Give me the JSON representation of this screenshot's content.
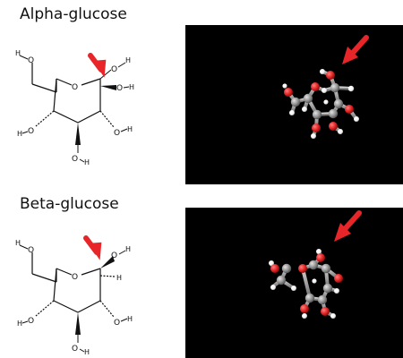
{
  "sections": [
    {
      "title": "Alpha-glucose"
    },
    {
      "title": "Beta-glucose"
    }
  ],
  "atom_labels": {
    "oxygen": "O",
    "hydrogen": "H"
  },
  "colors": {
    "background": "#ffffff",
    "panel_3d": "#000000",
    "arrow": "#e8262a",
    "bond_line": "#111111",
    "atom_oxygen": "#e02020",
    "atom_carbon": "#8e8e8e",
    "atom_hydrogen": "#f2f2f2"
  },
  "icons": [
    "down-left-arrow-icon"
  ]
}
